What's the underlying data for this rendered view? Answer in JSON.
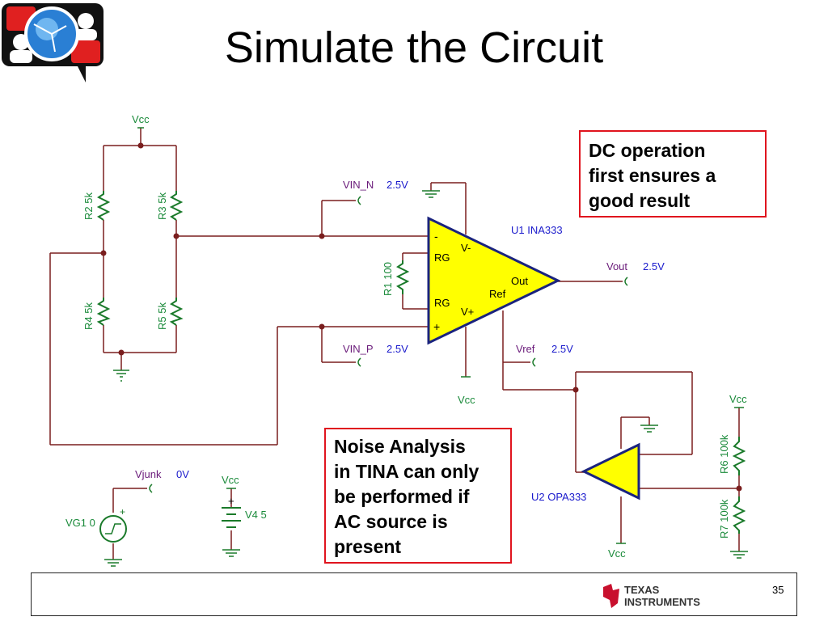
{
  "slide": {
    "title": "Simulate the Circuit",
    "page_number": "35"
  },
  "callouts": {
    "dc_note": [
      "DC operation",
      "first ensures a",
      "good result"
    ],
    "noise_note": [
      "Noise Analysis",
      "in TINA can only",
      "be performed if",
      "AC source is",
      "present"
    ]
  },
  "footer": {
    "logo_top": "TEXAS",
    "logo_bottom": "INSTRUMENTS"
  },
  "schematic": {
    "vcc_top": "Vcc",
    "r2": "R2 5k",
    "r3": "R3 5k",
    "r4": "R4 5k",
    "r5": "R5 5k",
    "r1": "R1 100",
    "vin_n_label": "VIN_N",
    "vin_n_value": "2.5V",
    "vin_p_label": "VIN_P",
    "vin_p_value": "2.5V",
    "u1": "U1 INA333",
    "pin_minus": "-",
    "pin_plus": "+",
    "pin_rg1": "RG",
    "pin_rg2": "RG",
    "pin_vminus": "V-",
    "pin_vplus": "V+",
    "pin_out": "Out",
    "pin_ref": "Ref",
    "vout_label": "Vout",
    "vout_value": "2.5V",
    "vref_label": "Vref",
    "vref_value": "2.5V",
    "vcc_u1": "Vcc",
    "vcc_r6": "Vcc",
    "r6": "R6 100k",
    "r7": "R7 100k",
    "u2": "U2 OPA333",
    "vcc_u2": "Vcc",
    "vjunk_label": "Vjunk",
    "vjunk_value": "0V",
    "vg1": "VG1 0",
    "vcc_v4": "Vcc",
    "v4": "V4 5"
  },
  "colors": {
    "wire": "#7a1e1e",
    "label_green": "#1a8a3a",
    "label_purple": "#6a1b7a",
    "value_blue": "#1a1acc",
    "opamp_fill": "#ffff00",
    "opamp_edge": "#1a237e",
    "callout_border": "#e0141e",
    "ti_red": "#c8102e"
  }
}
